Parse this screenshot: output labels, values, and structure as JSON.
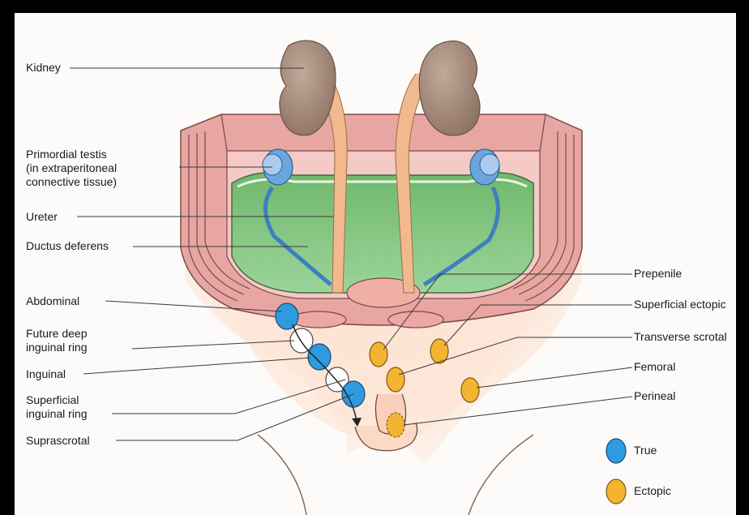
{
  "labels_left": {
    "kidney": "Kidney",
    "primordial_testis": "Primordial testis\n(in extraperitoneal\nconnective tissue)",
    "ureter": "Ureter",
    "ductus_deferens": "Ductus deferens",
    "abdominal": "Abdominal",
    "future_deep_inguinal_ring": "Future deep\ninguinal ring",
    "inguinal": "Inguinal",
    "superficial_inguinal_ring": "Superficial\ninguinal ring",
    "suprascrotal": "Suprascrotal"
  },
  "labels_right": {
    "prepenile": "Prepenile",
    "superficial_ectopic": "Superficial ectopic",
    "transverse_scrotal": "Transverse scrotal",
    "femoral": "Femoral",
    "perineal": "Perineal"
  },
  "legend": {
    "true_label": "True",
    "ectopic_label": "Ectopic",
    "true_color": "#2e9be0",
    "ectopic_color": "#f3b531"
  }
}
